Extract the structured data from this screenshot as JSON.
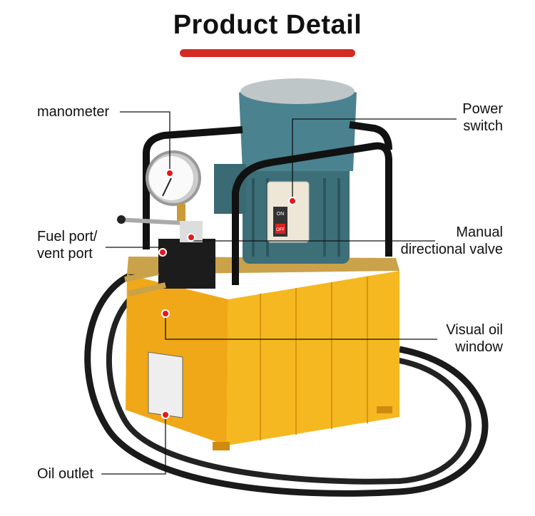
{
  "header": {
    "title": "Product Detail",
    "accent_color": "#d32a22"
  },
  "callouts": {
    "manometer": "manometer",
    "power_switch": [
      "Power",
      "switch"
    ],
    "fuel_port": [
      "Fuel port/",
      "vent port"
    ],
    "manual_valve": [
      "Manual",
      "directional valve"
    ],
    "visual_oil_window": [
      "Visual oil",
      "window"
    ],
    "oil_outlet": "Oil outlet"
  },
  "switch_labels": {
    "on": "ON",
    "off": "OFF"
  }
}
